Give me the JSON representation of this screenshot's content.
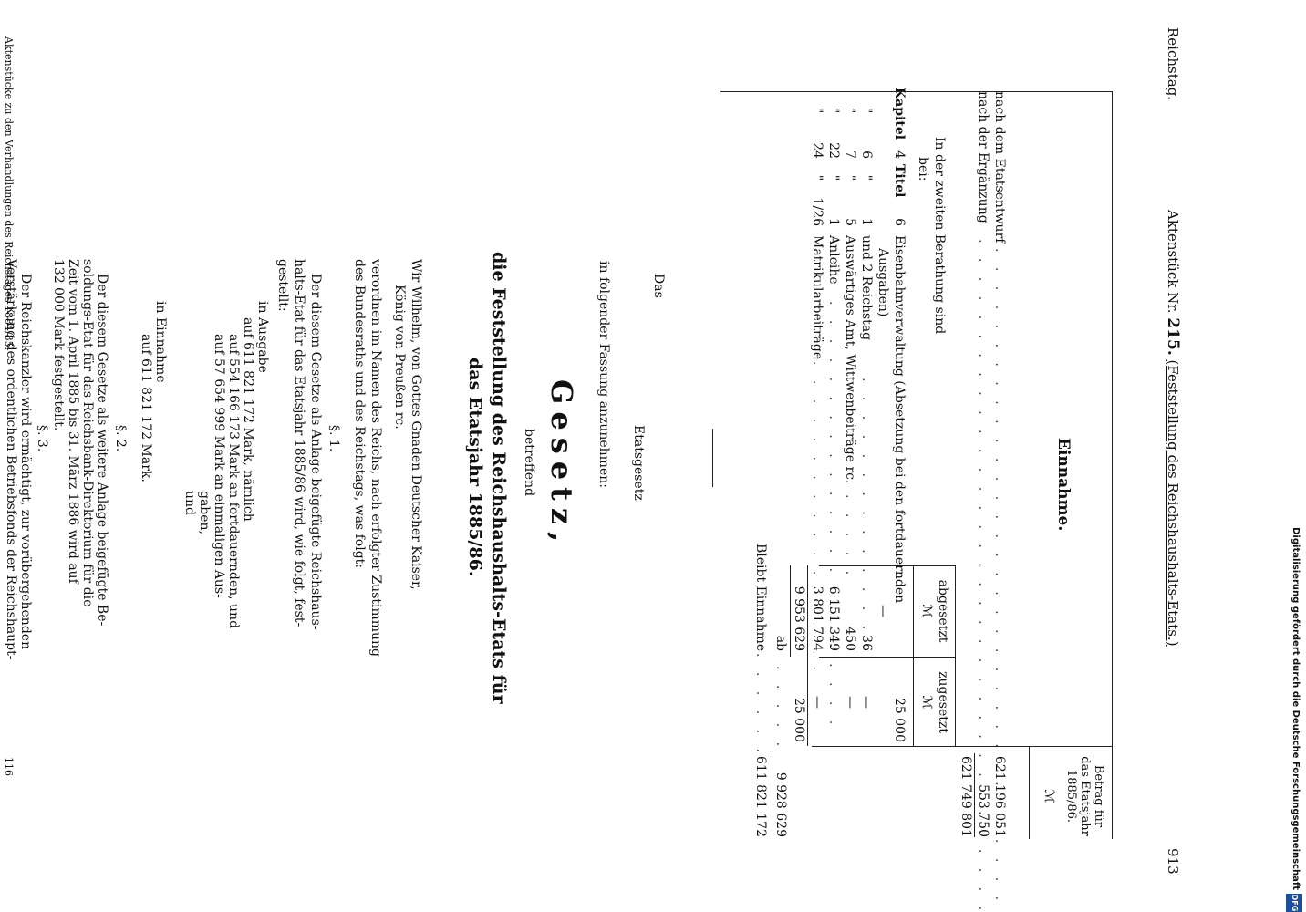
{
  "header": {
    "left": "Reichstag.",
    "center_prefix": "Aktenstück Nr.",
    "center_number": "215.",
    "center_suffix": "(Feststellung des Reichshaushalts-Etats.)",
    "page_number": "913"
  },
  "table": {
    "heading": "Einnahme.",
    "col_headers": {
      "betrag": "Betrag für das Etatsjahr 1885/86.",
      "abgesetzt": "abgesetzt",
      "zugesetzt": "zugesetzt",
      "unit": "ℳ"
    },
    "rows": [
      {
        "label": "nach dem Etatsentwurf",
        "betrag": "621 196 051"
      },
      {
        "label": "nach der Ergänzung",
        "betrag": "553 750"
      },
      {
        "label": "",
        "betrag": "621 749 801"
      }
    ],
    "intro": [
      "In der zweiten Berathung sind",
      "bei:"
    ],
    "detail_rows": [
      {
        "kapitel": "Kapitel",
        "kap_no": "4",
        "titel": "Titel",
        "titel_no": "6",
        "text": [
          "Eisenbahnverwaltung (Absetzung bei den fortdauernden",
          "Ausgaben)"
        ],
        "abgesetzt": "—",
        "zugesetzt": "25 000"
      },
      {
        "kapitel": "\"",
        "kap_no": "6",
        "titel": "\"",
        "titel_no": "1",
        "text": [
          "und 2 Reichstag"
        ],
        "abgesetzt": "36",
        "zugesetzt": "—"
      },
      {
        "kapitel": "\"",
        "kap_no": "7",
        "titel": "\"",
        "titel_no": "5",
        "text": [
          "Auswärtiges Amt, Wittwenbeiträge rc."
        ],
        "abgesetzt": "450",
        "zugesetzt": "—"
      },
      {
        "kapitel": "\"",
        "kap_no": "22",
        "titel": "\"",
        "titel_no": "1",
        "text": [
          "Anleihe"
        ],
        "abgesetzt": "6 151 349",
        "zugesetzt": ""
      },
      {
        "kapitel": "\"",
        "kap_no": "24",
        "titel": "\"",
        "titel_no": "1/26",
        "text": [
          "Matrikularbeiträge"
        ],
        "abgesetzt": "3 801 794",
        "zugesetzt": "—"
      }
    ],
    "subtotal": {
      "abgesetzt": "9 953 629",
      "zugesetzt": "25 000"
    },
    "ab": {
      "label": "ab",
      "value": "9 928 629"
    },
    "bleibt": {
      "label": "Bleibt Einnahme",
      "value": "611 821 172"
    }
  },
  "intro": {
    "das": "Das",
    "etatsgesetz": "Etatsgesetz",
    "fassung": "in folgender Fassung anzunehmen:"
  },
  "law": {
    "title": "Gesetz,",
    "betreffend": "betreffend",
    "subject": [
      "die Feststellung des Reichshaushalts-Etats für",
      "das Etatsjahr 1885/86."
    ],
    "preamble": [
      "Wir Wilhelm, von Gottes Gnaden Deutscher Kaiser,",
      "König von Preußen rc.",
      "verordnen im Namen des Reichs, nach erfolgter Zustimmung",
      "des Bundesraths und des Reichstags, was folgt:"
    ],
    "s1": {
      "title": "§. 1.",
      "text": [
        "Der diesem Gesetze als Anlage beigefügte Reichshaus-",
        "halts-Etat für das Etatsjahr 1885/86 wird, wie folgt, fest-",
        "gestellt:"
      ],
      "lines": [
        "in Ausgabe",
        "auf 611 821 172 Mark, nämlich",
        "auf 554 166 173 Mark an fortdauernden, und",
        "auf 57 654 999 Mark an einmaligen Aus-",
        "gaben,",
        "und",
        "in Einnahme",
        "auf 611 821 172 Mark."
      ]
    },
    "s2": {
      "title": "§. 2.",
      "text": [
        "Der diesem Gesetze als weitere Anlage beigefügte Be-",
        "soldungs-Etat für das Reichsbank-Direktorium für die",
        "Zeit vom 1. April 1885 bis 31. März 1886 wird auf",
        "132 000 Mark festgestellt."
      ]
    },
    "s3": {
      "title": "§. 3.",
      "text": [
        "Der Reichskanzler wird ermächtigt, zur vorübergehenden",
        "Verstärkung des ordentlichen Betriebsfonds der Reichshaupt-"
      ]
    }
  },
  "footer": {
    "left": "Aktenstücke zu den Verhandlungen des Reichstages 1884/85.",
    "right": "116"
  },
  "side_note": {
    "text": "Digitalisierung gefördert durch die Deutsche Forschungsgemeinschaft",
    "logo": "DFG"
  }
}
